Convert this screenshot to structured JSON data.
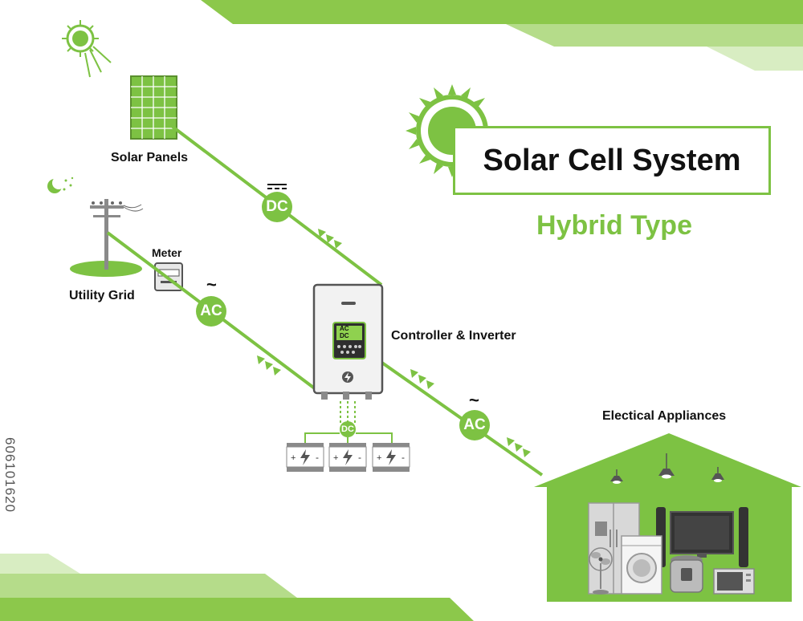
{
  "diagram": {
    "title": "Solar Cell System",
    "subtitle": "Hybrid Type",
    "labels": {
      "solar_panels": "Solar Panels",
      "utility_grid": "Utility Grid",
      "meter": "Meter",
      "controller": "Controller & Inverter",
      "appliances": "Electical Appliances"
    },
    "flows": {
      "dc_panel": "DC",
      "ac_grid": "AC",
      "ac_house": "AC",
      "dc_battery": "DC",
      "tilde_grid": "~",
      "tilde_house": "~"
    },
    "inverter_screen": {
      "line1": "AC",
      "line2": "DC"
    },
    "watermark_id": "606101620"
  },
  "colors": {
    "accent": "#7dc243",
    "accent_light": "#c6e3a4",
    "house": "#7dc243",
    "battery": "#8a8a8a"
  }
}
